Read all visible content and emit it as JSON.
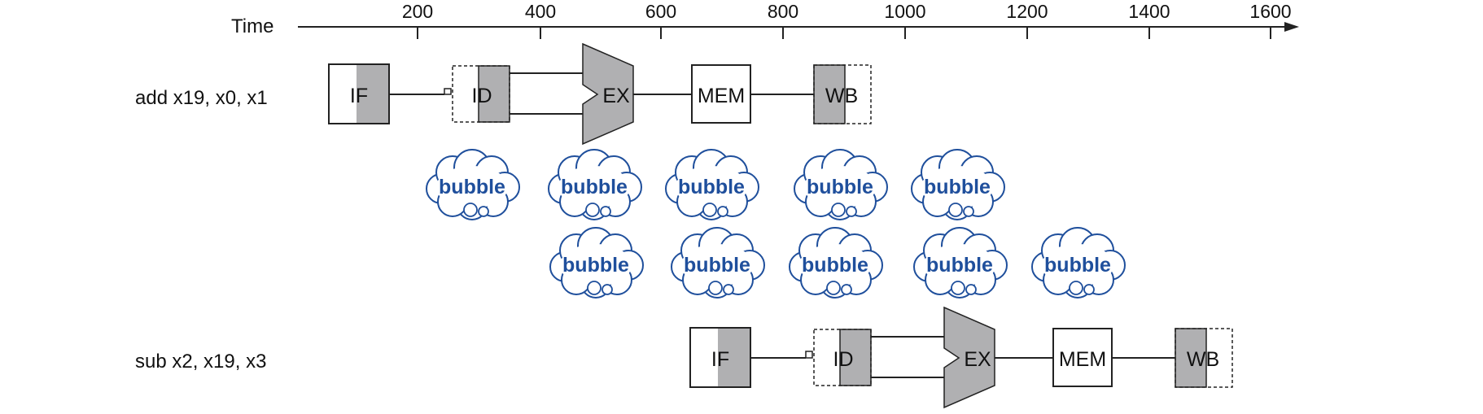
{
  "axis": {
    "label": "Time",
    "ticks": [
      "200",
      "400",
      "600",
      "800",
      "1000",
      "1200",
      "1400",
      "1600"
    ]
  },
  "instructions": [
    {
      "label": "add x19, x0, x1",
      "stages": {
        "if": "IF",
        "id": "ID",
        "ex": "EX",
        "mem": "MEM",
        "wb": "WB"
      }
    },
    {
      "label": "sub x2, x19, x3",
      "stages": {
        "if": "IF",
        "id": "ID",
        "ex": "EX",
        "mem": "MEM",
        "wb": "WB"
      }
    }
  ],
  "bubbles": {
    "label": "bubble",
    "row1_count": 5,
    "row2_count": 5
  },
  "colors": {
    "stage_fill": "#b0b0b2",
    "line": "#222222",
    "bubble_outline": "#1f4f9c",
    "bubble_text": "#1f4f9c"
  }
}
